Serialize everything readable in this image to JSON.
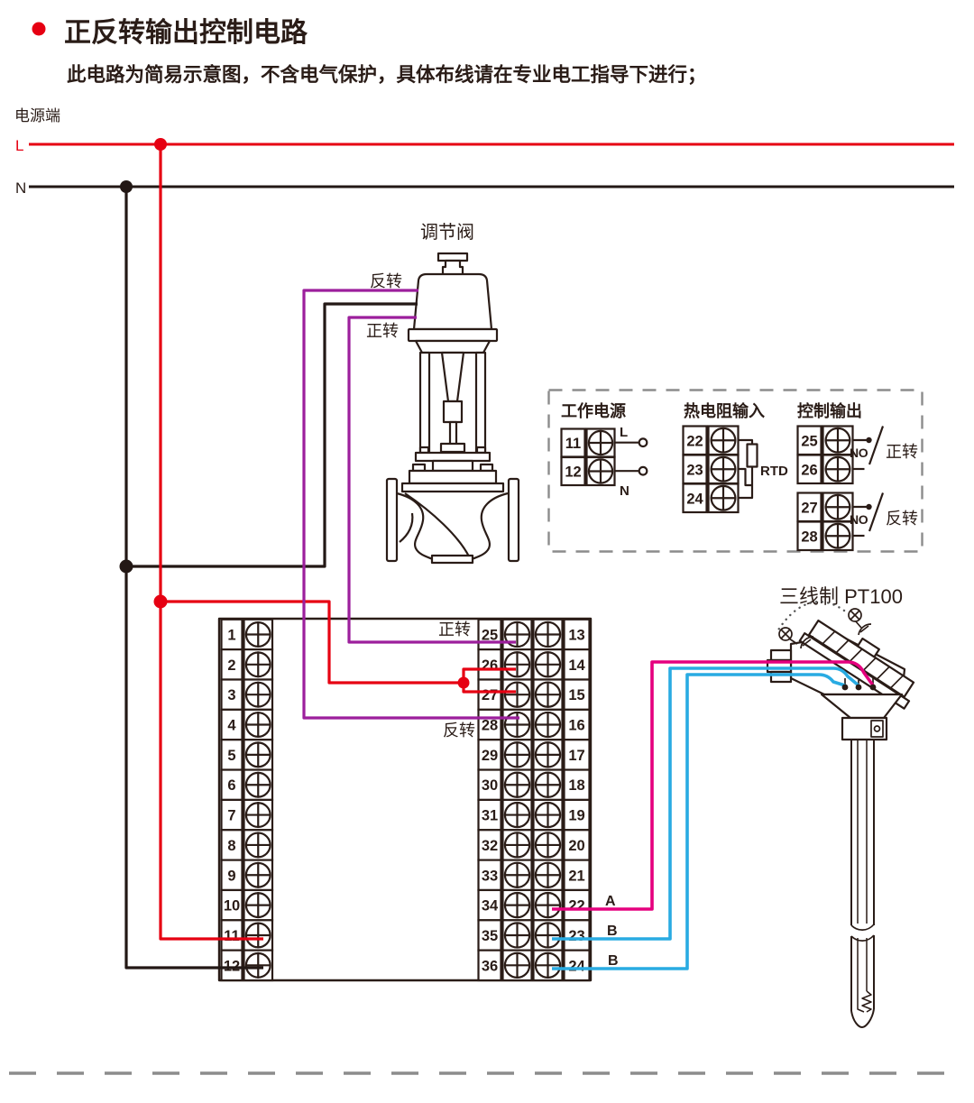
{
  "header": {
    "bullet_color": "#e60012",
    "title": "正反转输出控制电路",
    "subtitle": "此电路为简易示意图，不含电气保护，具体布线请在专业电工指导下进行；"
  },
  "power": {
    "section_label": "电源端",
    "live_label": "L",
    "neutral_label": "N"
  },
  "valve": {
    "label": "调节阀",
    "reverse_label": "反转",
    "forward_label": "正转"
  },
  "module_box": {
    "power_group": {
      "title": "工作电源",
      "terminals": [
        "11",
        "12"
      ],
      "live_label": "L",
      "neutral_label": "N"
    },
    "rtd_group": {
      "title": "热电阻输入",
      "terminals": [
        "22",
        "23",
        "24"
      ],
      "rtd_label": "RTD"
    },
    "output_group": {
      "title": "控制输出",
      "pairs": [
        {
          "terminals": [
            "25",
            "26"
          ],
          "contact_label": "NO",
          "action_label": "正转"
        },
        {
          "terminals": [
            "27",
            "28"
          ],
          "contact_label": "NO",
          "action_label": "反转"
        }
      ]
    }
  },
  "terminal_block": {
    "left_numbers": [
      "1",
      "2",
      "3",
      "4",
      "5",
      "6",
      "7",
      "8",
      "9",
      "10",
      "11",
      "12"
    ],
    "right_inner_numbers": [
      "25",
      "26",
      "27",
      "28",
      "29",
      "30",
      "31",
      "32",
      "33",
      "34",
      "35",
      "36"
    ],
    "right_outer_numbers": [
      "13",
      "14",
      "15",
      "16",
      "17",
      "18",
      "19",
      "20",
      "21",
      "22",
      "23",
      "24"
    ],
    "forward_label": "正转",
    "reverse_label": "反转",
    "sensor_wire_labels": [
      "A",
      "B",
      "B"
    ]
  },
  "sensor": {
    "label": "三线制 PT100"
  },
  "colors": {
    "live": "#e60012",
    "neutral": "#231815",
    "purple": "#9c1f9c",
    "pink": "#e5007e",
    "blue": "#29abe2",
    "ink": "#2a1c17",
    "dash": "#8c8c8c"
  }
}
